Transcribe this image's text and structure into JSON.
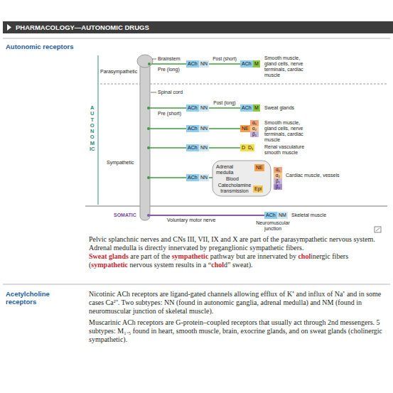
{
  "diagram": {
    "title": "PHARMACOLOGY—AUTONOMIC DRUGS",
    "nodes": [
      {
        "text": [
          "ACh"
        ]
      },
      {
        "text": [
          "NN"
        ]
      },
      {
        "text": [
          "ACh"
        ]
      },
      {
        "text": [
          "M"
        ]
      },
      {
        "text": [
          "ACh"
        ]
      },
      {
        "text": [
          "NN"
        ]
      },
      {
        "text": [
          "ACh"
        ]
      },
      {
        "text": [
          "M"
        ]
      },
      {
        "text": [
          "ACh"
        ]
      },
      {
        "text": [
          "NN"
        ]
      },
      {
        "text": [
          "NE"
        ]
      },
      {
        "text": [
          "α₁"
        ]
      },
      {
        "text": [
          "α₂"
        ]
      },
      {
        "text": [
          "β₁"
        ]
      },
      {
        "text": [
          "ACh"
        ]
      },
      {
        "text": [
          "NN"
        ]
      },
      {
        "text": [
          "D"
        ]
      },
      {
        "text": [
          "D₁"
        ]
      },
      {
        "text": [
          "ACh"
        ]
      },
      {
        "text": [
          "NN"
        ]
      },
      {
        "text": [
          "NE"
        ]
      },
      {
        "text": [
          "Epi"
        ]
      },
      {
        "text": [
          "α₁"
        ]
      },
      {
        "text": [
          "α₂"
        ]
      },
      {
        "text": [
          "β₁"
        ]
      },
      {
        "text": [
          "β₂"
        ]
      },
      {
        "text": [
          "ACh"
        ]
      },
      {
        "text": [
          "NM"
        ]
      }
    ],
    "edges": [
      {
        "from": 1,
        "to": 2,
        "arrow": "none",
        "label": "Post (short)"
      },
      {
        "from": 5,
        "to": 6,
        "arrow": "none",
        "label": "Post (long)"
      },
      {
        "from": 9,
        "to": 10,
        "arrow": "none"
      },
      {
        "from": 15,
        "to": 16,
        "arrow": "none"
      }
    ],
    "labels": [
      "Autonomic receptors",
      "Brainstem",
      "Parasympathetic",
      "Pre (long)",
      "Smooth muscle, gland cells, nerve terminals, cardiac muscle",
      "Spinal cord",
      "AUTONOMIC",
      "Pre (short)",
      "Sweat glands",
      "Sympathetic",
      "Smooth muscle, gland cells, nerve terminals, cardiac muscle",
      "Renal vasculature smooth muscle",
      "Adrenal medulla",
      "Blood",
      "Catecholamine transmission",
      "Cardiac muscle, vessels",
      "SOMATIC",
      "Voluntary motor nerve",
      "Skeletal muscle",
      "Neuromuscular junction",
      "Pelvic splanchnic nerves and CNs III, VII, IX and X are part of the parasympathetic nervous system.",
      "Adrenal medulla is directly innervated by preganglionic sympathetic fibers.",
      "Sweat glands",
      " are part of the ",
      "sympathetic",
      " pathway but are innervated by ",
      "chol",
      "inergic fibers (",
      "sympathetic",
      " nervous system results in a “",
      "chol",
      "d” sweat).",
      "Acetylcholine receptors",
      "Nicotinic ACh receptors are ligand-gated channels allowing efflux of K⁺ and influx of Na⁺ and in some cases Ca²⁺. Two subtypes: NN (found in autonomic ganglia, adrenal medulla) and NM (found in neuromuscular junction of skeletal muscle).",
      "Muscarinic ACh receptors are G-protein–coupled receptors that usually act through 2nd messengers. 5 subtypes: M₁₋₅ found in heart, smooth muscle, brain, exocrine glands, and on sweat glands (cholinergic sympathetic)."
    ]
  }
}
